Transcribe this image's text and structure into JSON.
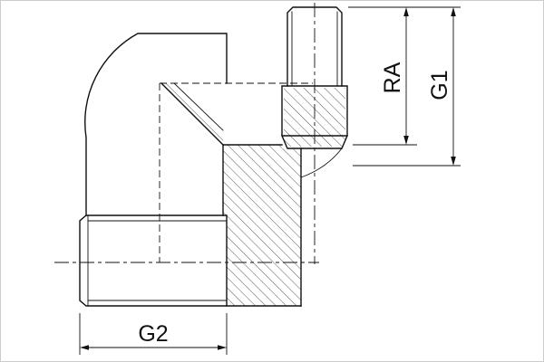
{
  "drawing": {
    "labels": {
      "g1": "G1",
      "g2": "G2",
      "ra": "RA"
    },
    "colors": {
      "line": "#111111",
      "background": "#ffffff",
      "border": "#cccccc"
    }
  }
}
